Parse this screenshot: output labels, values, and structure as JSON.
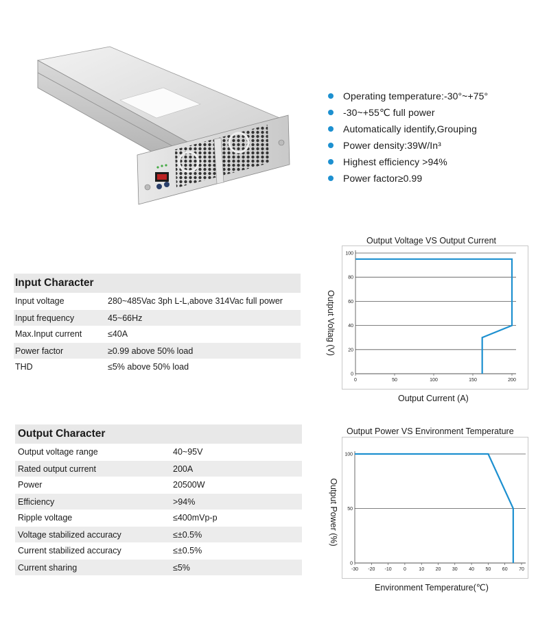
{
  "colors": {
    "accent": "#1d90d0",
    "row_shade": "#ececec",
    "header_shade": "#e8e8e8",
    "grid": "#555555"
  },
  "features": [
    "Operating temperature:-30°~+75°",
    "-30~+55℃  full power",
    "Automatically identify,Grouping",
    "Power density:39W/In³",
    "Highest efficiency >94%",
    "Power factor≥0.99"
  ],
  "input_character": {
    "title": "Input Character",
    "rows": [
      {
        "label": "Input voltage",
        "value": "280~485Vac 3ph L-L,above 314Vac full power"
      },
      {
        "label": "Input frequency",
        "value": "45~66Hz"
      },
      {
        "label": "Max.Input current",
        "value": "≤40A"
      },
      {
        "label": "Power factor",
        "value": "≥0.99 above 50% load"
      },
      {
        "label": "THD",
        "value": "≤5% above 50% load"
      }
    ]
  },
  "output_character": {
    "title": "Output Character",
    "rows": [
      {
        "label": "Output voltage range",
        "value": "40~95V"
      },
      {
        "label": "Rated output current",
        "value": "200A"
      },
      {
        "label": "Power",
        "value": "20500W"
      },
      {
        "label": "Efficiency",
        "value": ">94%"
      },
      {
        "label": "Ripple voltage",
        "value": "≤400mVp-p"
      },
      {
        "label": "Voltage stabilized accuracy",
        "value": "≤±0.5%"
      },
      {
        "label": "Current stabilized accuracy",
        "value": "≤±0.5%"
      },
      {
        "label": "Current sharing",
        "value": "≤5%"
      }
    ]
  },
  "chart_data": [
    {
      "type": "line",
      "title": "Output Voltage VS Output Current",
      "xlabel": "Output Current (A)",
      "ylabel": "Output Voltag (V)",
      "xlim": [
        0,
        200
      ],
      "ylim": [
        0,
        100
      ],
      "xticks": [
        0,
        50,
        100,
        150,
        200
      ],
      "yticks": [
        0,
        20,
        40,
        60,
        80,
        100
      ],
      "grid": true,
      "series": [
        {
          "x": [
            0,
            200,
            200,
            162,
            162,
            162
          ],
          "y": [
            95,
            95,
            40,
            30,
            30,
            0
          ]
        }
      ]
    },
    {
      "type": "line",
      "title": "Output Power VS Environment Temperature",
      "xlabel": "Environment Temperature(℃)",
      "ylabel": "Output Power (%)",
      "xlim": [
        -30,
        70
      ],
      "ylim": [
        0,
        100
      ],
      "xticks": [
        -30,
        -20,
        -10,
        0,
        10,
        20,
        30,
        40,
        50,
        60,
        70
      ],
      "yticks": [
        0,
        50,
        100
      ],
      "grid": true,
      "series": [
        {
          "x": [
            -30,
            50,
            65,
            65
          ],
          "y": [
            100,
            100,
            50,
            0
          ]
        }
      ]
    }
  ]
}
